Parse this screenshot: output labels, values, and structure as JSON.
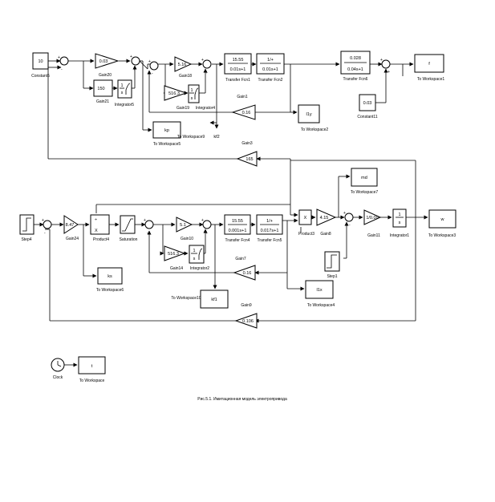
{
  "caption": "Рис.5.1. Имитационная модель электропривода",
  "blocks": {
    "constant5": {
      "value": "10",
      "label": "Constant5"
    },
    "gain20": {
      "value": "0.03",
      "label": "Gain20"
    },
    "gain21": {
      "value": "150",
      "label": "Gain21"
    },
    "integrator5": {
      "label": "Integrator5"
    },
    "gain18": {
      "value": "5.16",
      "label": "Gain18"
    },
    "gain19": {
      "value": "516.3",
      "label": "Gain19"
    },
    "integrator4": {
      "label": "Integrator4"
    },
    "tf1": {
      "num": "15.55",
      "den": "0.01s+1",
      "label": "Transfer Fcn1"
    },
    "tf2": {
      "num": "1/+",
      "den": "0.01s+1",
      "label": "Transfer Fcn2"
    },
    "gain1": {
      "value": "0.16",
      "label": "Gain1"
    },
    "ws2": {
      "value": "I1y",
      "label": "To Workspace2"
    },
    "tf6": {
      "num": "0.028",
      "den": "0.04s+1",
      "label": "Transfer Fcn6"
    },
    "constant11": {
      "value": "0.03",
      "label": "Constant11"
    },
    "ws1": {
      "value": "f",
      "label": "To Workspace1"
    },
    "ws5": {
      "value": "kp",
      "label": "To Workspace5"
    },
    "ws9": {
      "value": "kf2",
      "label": "To Workspace9"
    },
    "gain3": {
      "value": "165",
      "label": "Gain3"
    },
    "step4": {
      "label": "Step4"
    },
    "gain24": {
      "value": "8.47",
      "label": "Gain24"
    },
    "product4": {
      "label": "Product4"
    },
    "saturation": {
      "label": "Saturation"
    },
    "ws6": {
      "value": "ks",
      "label": "To Workspace6"
    },
    "gain10": {
      "value": "5.1",
      "label": "Gain10"
    },
    "gain14": {
      "value": "516.3",
      "label": "Gain14"
    },
    "integrator2": {
      "label": "Integrator2"
    },
    "tf4": {
      "num": "15.55",
      "den": "0.001s+1",
      "label": "Transfer Fcn4"
    },
    "tf5": {
      "num": "1/+",
      "den": "0.017s+1",
      "label": "Transfer Fcn5"
    },
    "gain7": {
      "value": "0.16",
      "label": "Gain7"
    },
    "ws10": {
      "value": "kf1",
      "label": "To Workspace10"
    },
    "product3": {
      "value": "X",
      "label": "Product3"
    },
    "gain8": {
      "value": "4.15",
      "label": "Gain8"
    },
    "ws7": {
      "value": "md",
      "label": "To Workspace7"
    },
    "step1": {
      "label": "Step1"
    },
    "ws4": {
      "value": "I1x",
      "label": "To Workspace4"
    },
    "gain11": {
      "value": "1/0.09",
      "label": "Gain11"
    },
    "integrator1": {
      "label": "Integrator1"
    },
    "ws3": {
      "value": "w",
      "label": "To Workspace3"
    },
    "gain9": {
      "value": "0.106",
      "label": "Gain9"
    },
    "clock": {
      "label": "Clock"
    },
    "ws": {
      "value": "t",
      "label": "To Workspace"
    }
  }
}
